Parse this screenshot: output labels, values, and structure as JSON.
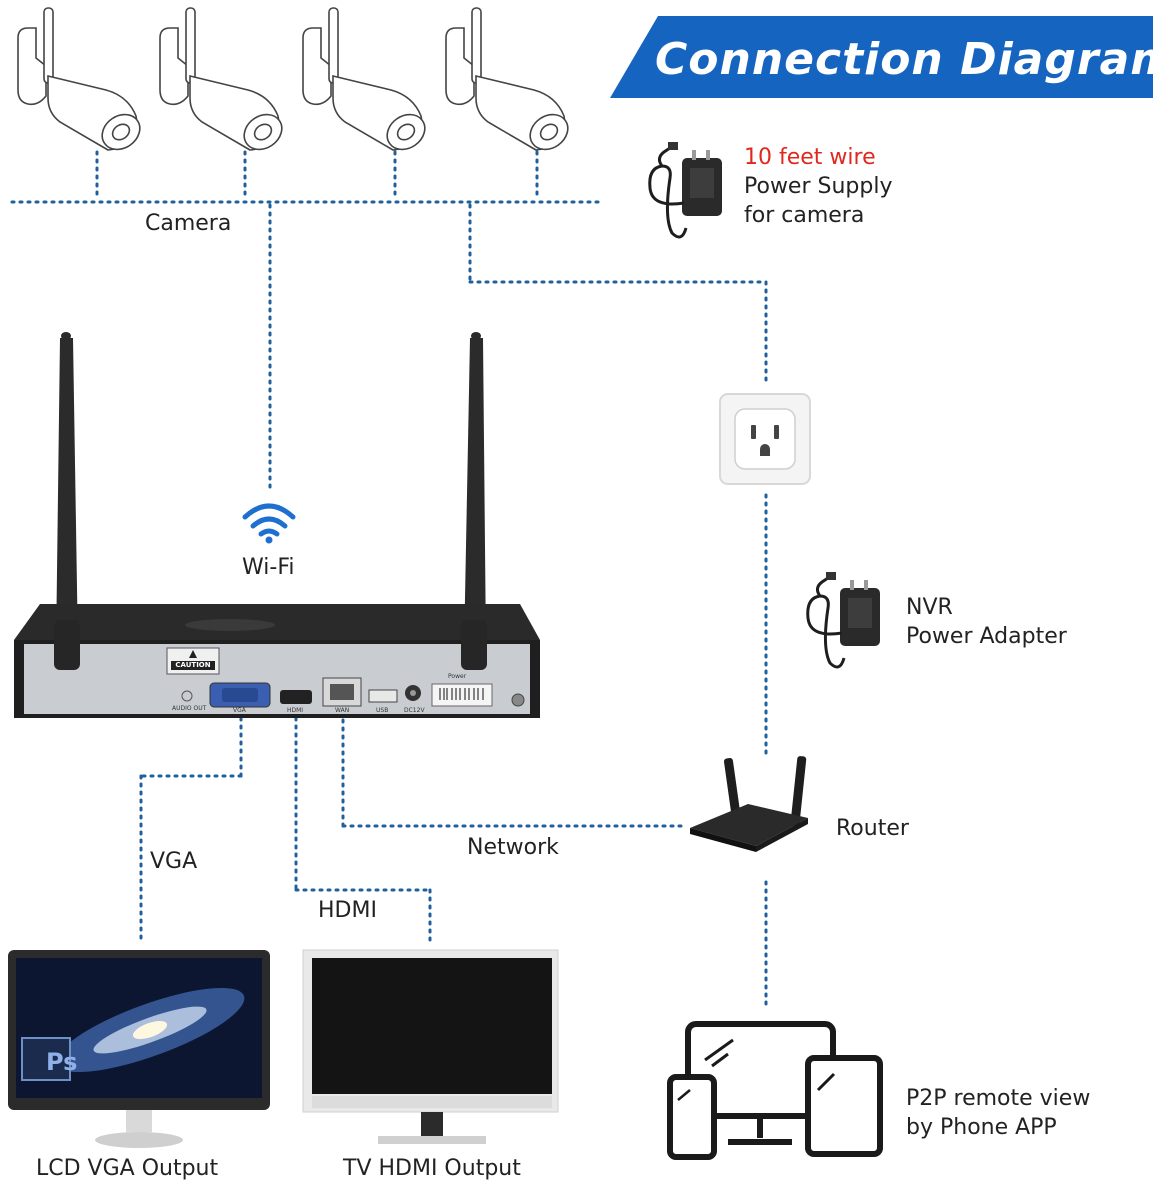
{
  "title": "Connection Diagram",
  "colors": {
    "banner": "#1565c0",
    "dotted_line": "#1e5f9e",
    "wifi": "#1e6fd0",
    "highlight_text": "#e0281e"
  },
  "labels": {
    "camera": "Camera",
    "wifi": "Wi-Fi",
    "power_supply_line1": "10 feet wire",
    "power_supply_line2": "Power Supply",
    "power_supply_line3": "for camera",
    "nvr_adapter_line1": "NVR",
    "nvr_adapter_line2": "Power Adapter",
    "router": "Router",
    "network": "Network",
    "vga": "VGA",
    "hdmi": "HDMI",
    "lcd_output": "LCD VGA Output",
    "tv_output": "TV HDMI Output",
    "p2p_line1": "P2P remote view",
    "p2p_line2": "by Phone APP"
  },
  "nvr_panel": {
    "caution": "CAUTION",
    "audio_out": "AUDIO OUT",
    "vga": "VGA",
    "hdmi": "HDMI",
    "wan": "WAN",
    "usb": "USB",
    "dc": "DC12V",
    "power": "Power"
  },
  "monitor_badge": "Ps",
  "icons": [
    "camera-icon",
    "power-adapter-icon",
    "wall-outlet-icon",
    "wifi-icon",
    "nvr-device-icon",
    "router-icon",
    "lcd-monitor-icon",
    "tv-monitor-icon",
    "devices-icon"
  ]
}
